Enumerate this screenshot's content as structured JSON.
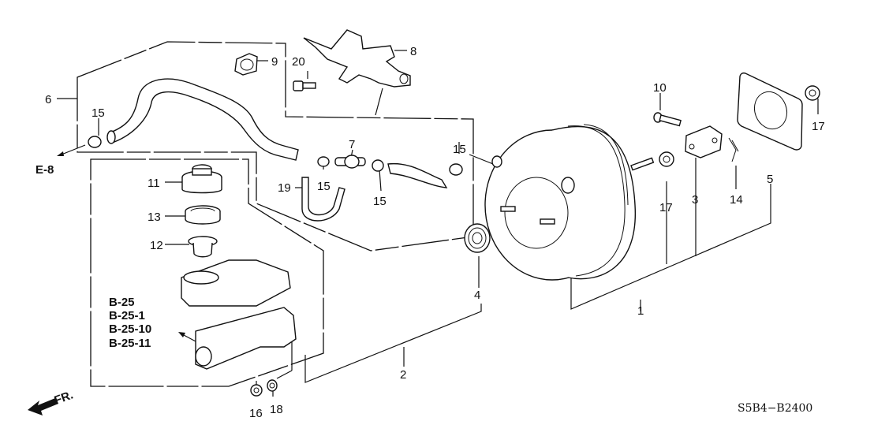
{
  "diagram": {
    "title_code": "S5B4−B2400",
    "direction_label": "FR.",
    "reference_labels": {
      "brake_line_ref": "E-8",
      "master_cylinder_refs": [
        "B-25",
        "B-25-1",
        "B-25-10",
        "B-25-11"
      ]
    },
    "part_labels": [
      {
        "id": "p1",
        "text": "1"
      },
      {
        "id": "p2",
        "text": "2"
      },
      {
        "id": "p3",
        "text": "3"
      },
      {
        "id": "p4",
        "text": "4"
      },
      {
        "id": "p5",
        "text": "5"
      },
      {
        "id": "p6",
        "text": "6"
      },
      {
        "id": "p7",
        "text": "7"
      },
      {
        "id": "p8",
        "text": "8"
      },
      {
        "id": "p9",
        "text": "9"
      },
      {
        "id": "p10",
        "text": "10"
      },
      {
        "id": "p11",
        "text": "11"
      },
      {
        "id": "p12",
        "text": "12"
      },
      {
        "id": "p13",
        "text": "13"
      },
      {
        "id": "p14",
        "text": "14"
      },
      {
        "id": "p15a",
        "text": "15"
      },
      {
        "id": "p15b",
        "text": "15"
      },
      {
        "id": "p15c",
        "text": "15"
      },
      {
        "id": "p15d",
        "text": "15"
      },
      {
        "id": "p16",
        "text": "16"
      },
      {
        "id": "p17a",
        "text": "17"
      },
      {
        "id": "p17b",
        "text": "17"
      },
      {
        "id": "p18",
        "text": "18"
      },
      {
        "id": "p19",
        "text": "19"
      },
      {
        "id": "p20",
        "text": "20"
      }
    ]
  }
}
